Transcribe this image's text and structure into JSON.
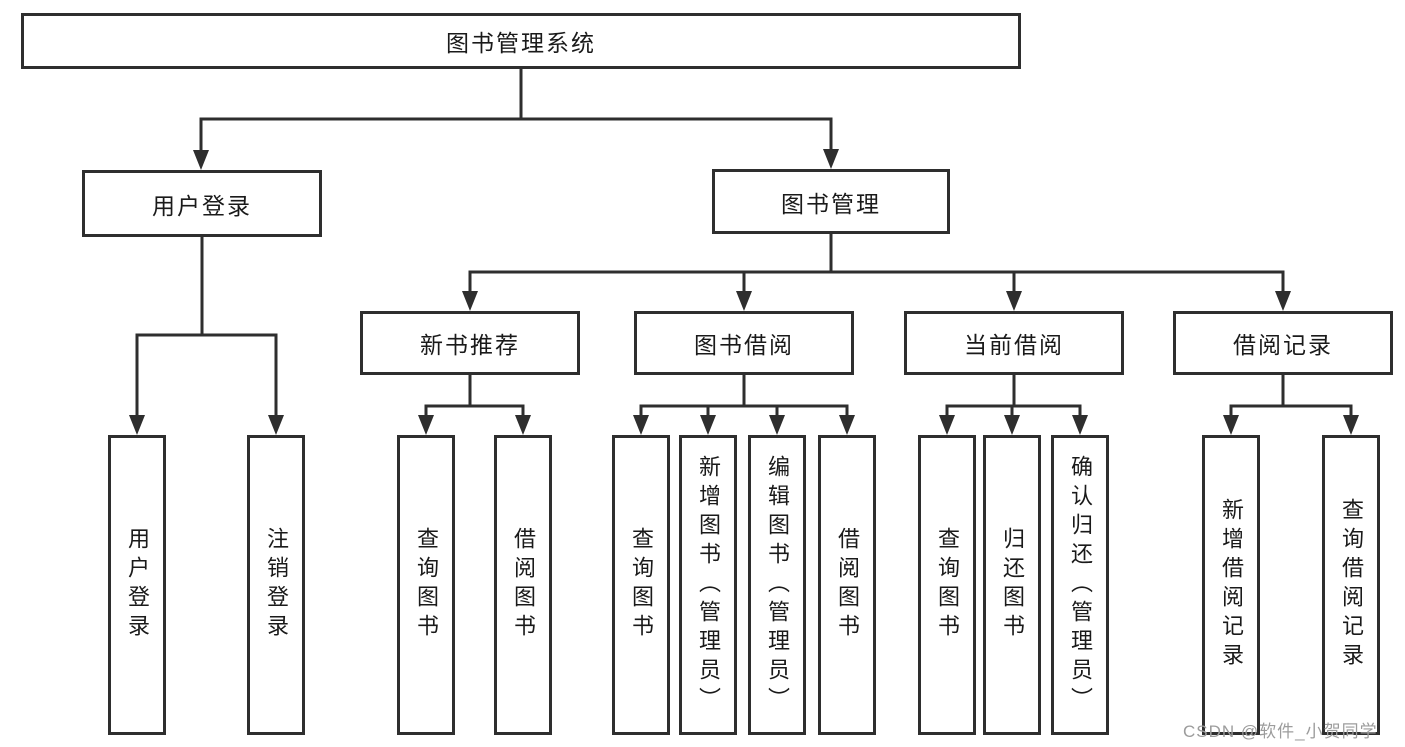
{
  "colors": {
    "background": "#ffffff",
    "line": "#2e2e2e",
    "text": "#1a1a1a",
    "watermark": "#9c9c9c"
  },
  "watermark": "CSDN @软件_小贺同学",
  "tree": {
    "label": "图书管理系统",
    "children": [
      {
        "label": "用户登录",
        "children": [
          {
            "label": "用户登录"
          },
          {
            "label": "注销登录"
          }
        ]
      },
      {
        "label": "图书管理",
        "children": [
          {
            "label": "新书推荐",
            "children": [
              {
                "label": "查询图书"
              },
              {
                "label": "借阅图书"
              }
            ]
          },
          {
            "label": "图书借阅",
            "children": [
              {
                "label": "查询图书"
              },
              {
                "label": "新增图书（管理员）"
              },
              {
                "label": "编辑图书（管理员）"
              },
              {
                "label": "借阅图书"
              }
            ]
          },
          {
            "label": "当前借阅",
            "children": [
              {
                "label": "查询图书"
              },
              {
                "label": "归还图书"
              },
              {
                "label": "确认归还（管理员）"
              }
            ]
          },
          {
            "label": "借阅记录",
            "children": [
              {
                "label": "新增借阅记录"
              },
              {
                "label": "查询借阅记录"
              }
            ]
          }
        ]
      }
    ]
  }
}
